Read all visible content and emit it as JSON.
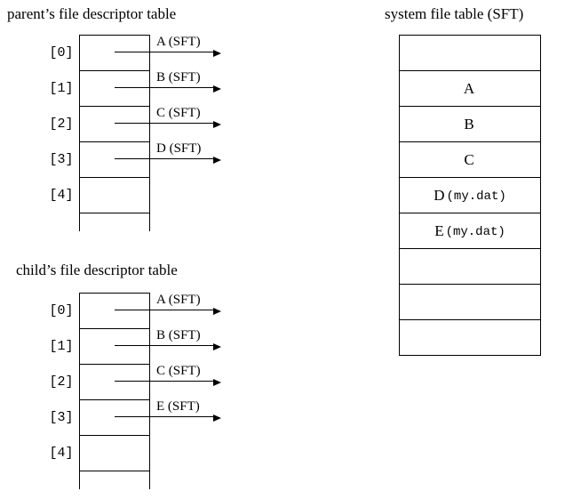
{
  "colors": {
    "line": "#000000",
    "text": "#000000",
    "background": "#ffffff"
  },
  "parent_table": {
    "title": "parent’s file descriptor table",
    "entries": [
      {
        "index": "[0]",
        "target": "A (SFT)"
      },
      {
        "index": "[1]",
        "target": "B (SFT)"
      },
      {
        "index": "[2]",
        "target": "C (SFT)"
      },
      {
        "index": "[3]",
        "target": "D (SFT)"
      },
      {
        "index": "[4]",
        "target": ""
      }
    ]
  },
  "child_table": {
    "title": "child’s file descriptor table",
    "entries": [
      {
        "index": "[0]",
        "target": "A (SFT)"
      },
      {
        "index": "[1]",
        "target": "B (SFT)"
      },
      {
        "index": "[2]",
        "target": "C (SFT)"
      },
      {
        "index": "[3]",
        "target": "E (SFT)"
      },
      {
        "index": "[4]",
        "target": ""
      }
    ]
  },
  "system_file_table": {
    "title": "system file table (SFT)",
    "rows": [
      {
        "name": "",
        "file": ""
      },
      {
        "name": "A",
        "file": ""
      },
      {
        "name": "B",
        "file": ""
      },
      {
        "name": "C",
        "file": ""
      },
      {
        "name": "D",
        "file": "(my.dat)"
      },
      {
        "name": "E",
        "file": "(my.dat)"
      },
      {
        "name": "",
        "file": ""
      },
      {
        "name": "",
        "file": ""
      },
      {
        "name": "",
        "file": ""
      }
    ]
  }
}
